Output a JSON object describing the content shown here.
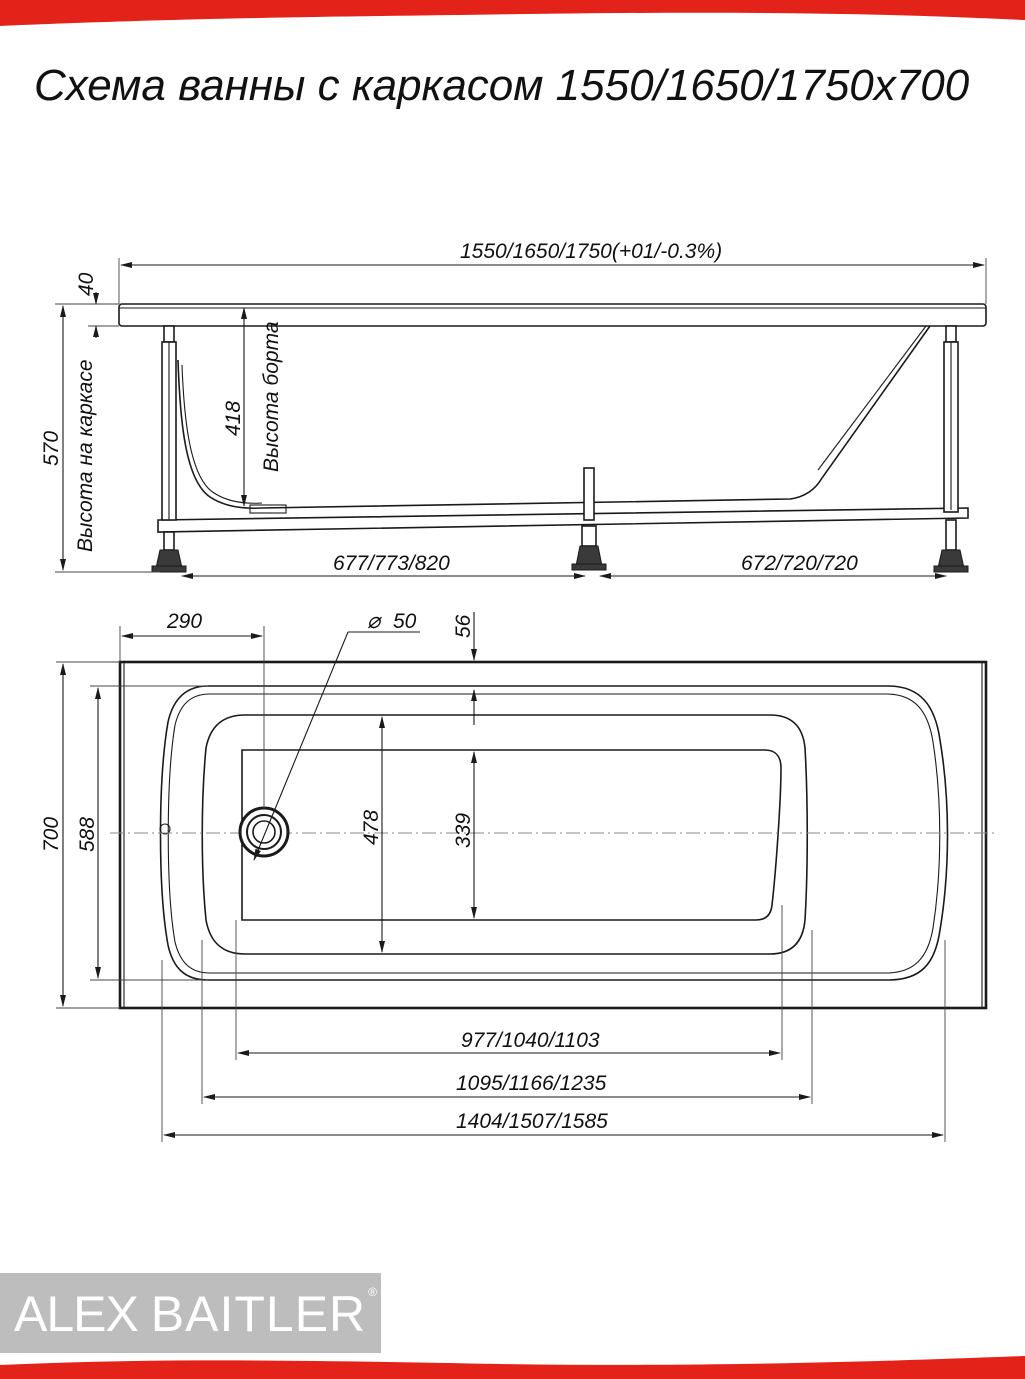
{
  "title": "Схема ванны с каркасом 1550/1650/1750x700",
  "brand": {
    "name_part1": "ALEX",
    "name_part2": "BAITLER",
    "registered": "®",
    "band_color": "#e32219",
    "logo_bg_color": "#bdbdbd"
  },
  "side_view": {
    "overall_length": "1550/1650/1750(+01/-0.3%)",
    "rim_thickness": "40",
    "total_height": "570",
    "total_height_label": "Высота на каркасе",
    "side_height": "418",
    "side_height_label": "Высота борта",
    "leg_spacing_left": "677/773/820",
    "leg_spacing_right": "672/720/720"
  },
  "top_view": {
    "drain_offset": "290",
    "drain_diameter": "50",
    "drain_diameter_symbol": "⌀",
    "rim_edge_offset": "56",
    "overall_width": "700",
    "inner_rim_width": "588",
    "bowl_width": "478",
    "bottom_width": "339",
    "bottom_length": "977/1040/1103",
    "bowl_length": "1095/1166/1235",
    "inner_rim_length": "1404/1507/1585"
  }
}
